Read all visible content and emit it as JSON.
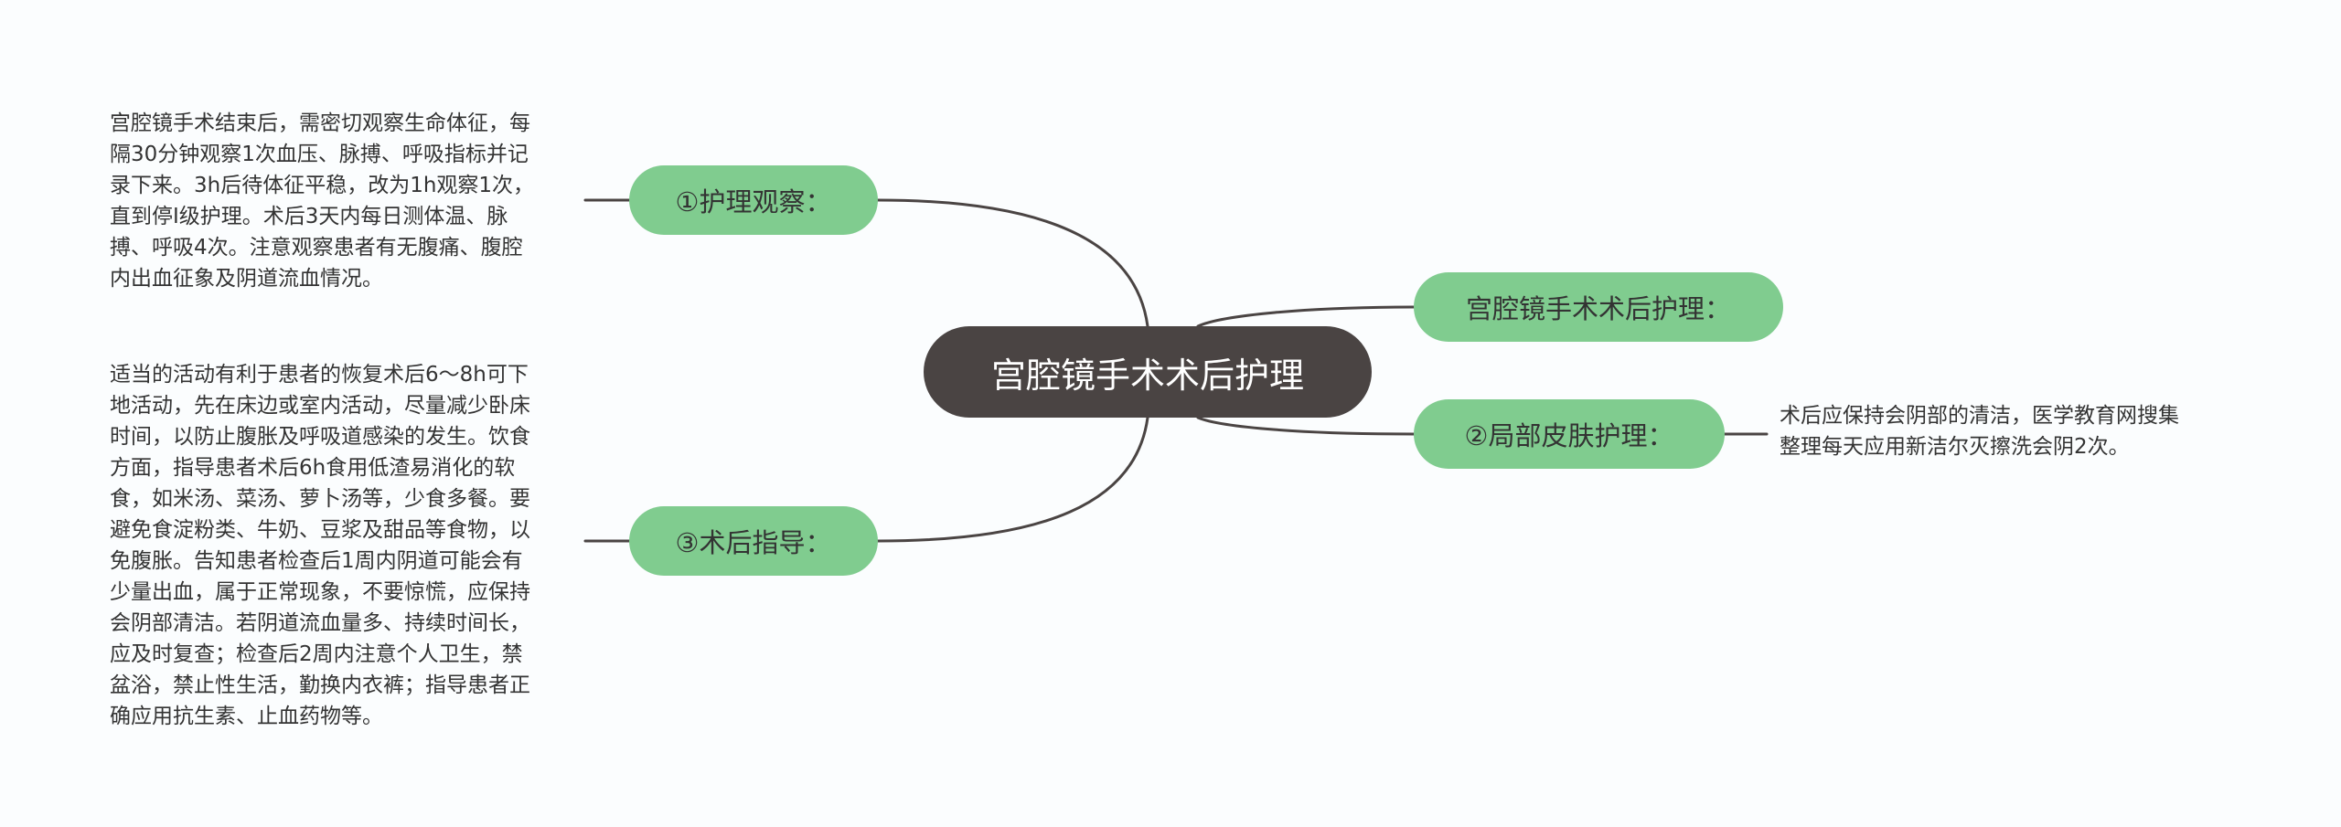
{
  "root": {
    "label": "宫腔镜手术术后护理"
  },
  "branches": [
    {
      "label": "①护理观察："
    },
    {
      "label": "宫腔镜手术术后护理："
    },
    {
      "label": "②局部皮肤护理："
    },
    {
      "label": "③术后指导："
    }
  ],
  "notes": [
    {
      "text": "宫腔镜手术结束后，需密切观察生命体征，每\n隔30分钟观察1次血压、脉搏、呼吸指标并记\n录下来。3h后待体征平稳，改为1h观察1次，\n直到停Ⅰ级护理。术后3天内每日测体温、脉\n搏、呼吸4次。注意观察患者有无腹痛、腹腔\n内出血征象及阴道流血情况。"
    },
    {
      "text": "术后应保持会阴部的清洁，医学教育网搜集\n整理每天应用新洁尔灭擦洗会阴2次。"
    },
    {
      "text": "适当的活动有利于患者的恢复术后6～8h可下\n地活动，先在床边或室内活动，尽量减少卧床\n时间，以防止腹胀及呼吸道感染的发生。饮食\n方面，指导患者术后6h食用低渣易消化的软\n食，如米汤、菜汤、萝卜汤等，少食多餐。要\n避免食淀粉类、牛奶、豆浆及甜品等食物，以\n免腹胀。告知患者检查后1周内阴道可能会有\n少量出血，属于正常现象，不要惊慌，应保持\n会阴部清洁。若阴道流血量多、持续时间长，\n应及时复查；检查后2周内注意个人卫生，禁\n盆浴，禁止性生活，勤换内衣裤；指导患者正\n确应用抗生素、止血药物等。"
    }
  ],
  "colors": {
    "root_fill": "#4a4443",
    "branch_fill": "#80cc8f",
    "link_stroke": "#4a4443",
    "background": "#fbfdfe"
  }
}
